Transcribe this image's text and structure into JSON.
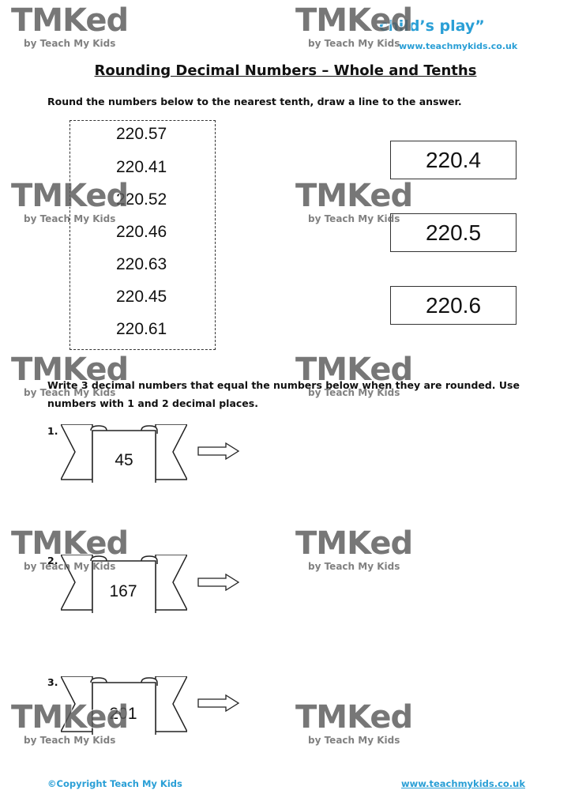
{
  "header": {
    "tagline": "child’s play”",
    "site_url": "www.teachmykids.co.uk"
  },
  "watermark": {
    "logo": "TMKed",
    "byline": "by Teach My Kids"
  },
  "title": "Rounding Decimal Numbers – Whole and Tenths",
  "section1": {
    "instruction": "Round the numbers below to the nearest tenth, draw a line to the answer.",
    "numbers": [
      "220.57",
      "220.41",
      "220.52",
      "220.46",
      "220.63",
      "220.45",
      "220.61"
    ],
    "answers": [
      "220.4",
      "220.5",
      "220.6"
    ]
  },
  "section2": {
    "instruction": "Write 3 decimal numbers that equal the numbers below when they are rounded.  Use numbers with 1 and 2 decimal places.",
    "questions": [
      {
        "label": "1.",
        "value": "45"
      },
      {
        "label": "2.",
        "value": "167"
      },
      {
        "label": "3.",
        "value": "201"
      }
    ]
  },
  "footer": {
    "copyright": "©Copyright Teach My Kids",
    "url": "www.teachmykids.co.uk"
  },
  "colors": {
    "accent": "#2a9fd6",
    "watermark": "#5a5a5a"
  }
}
